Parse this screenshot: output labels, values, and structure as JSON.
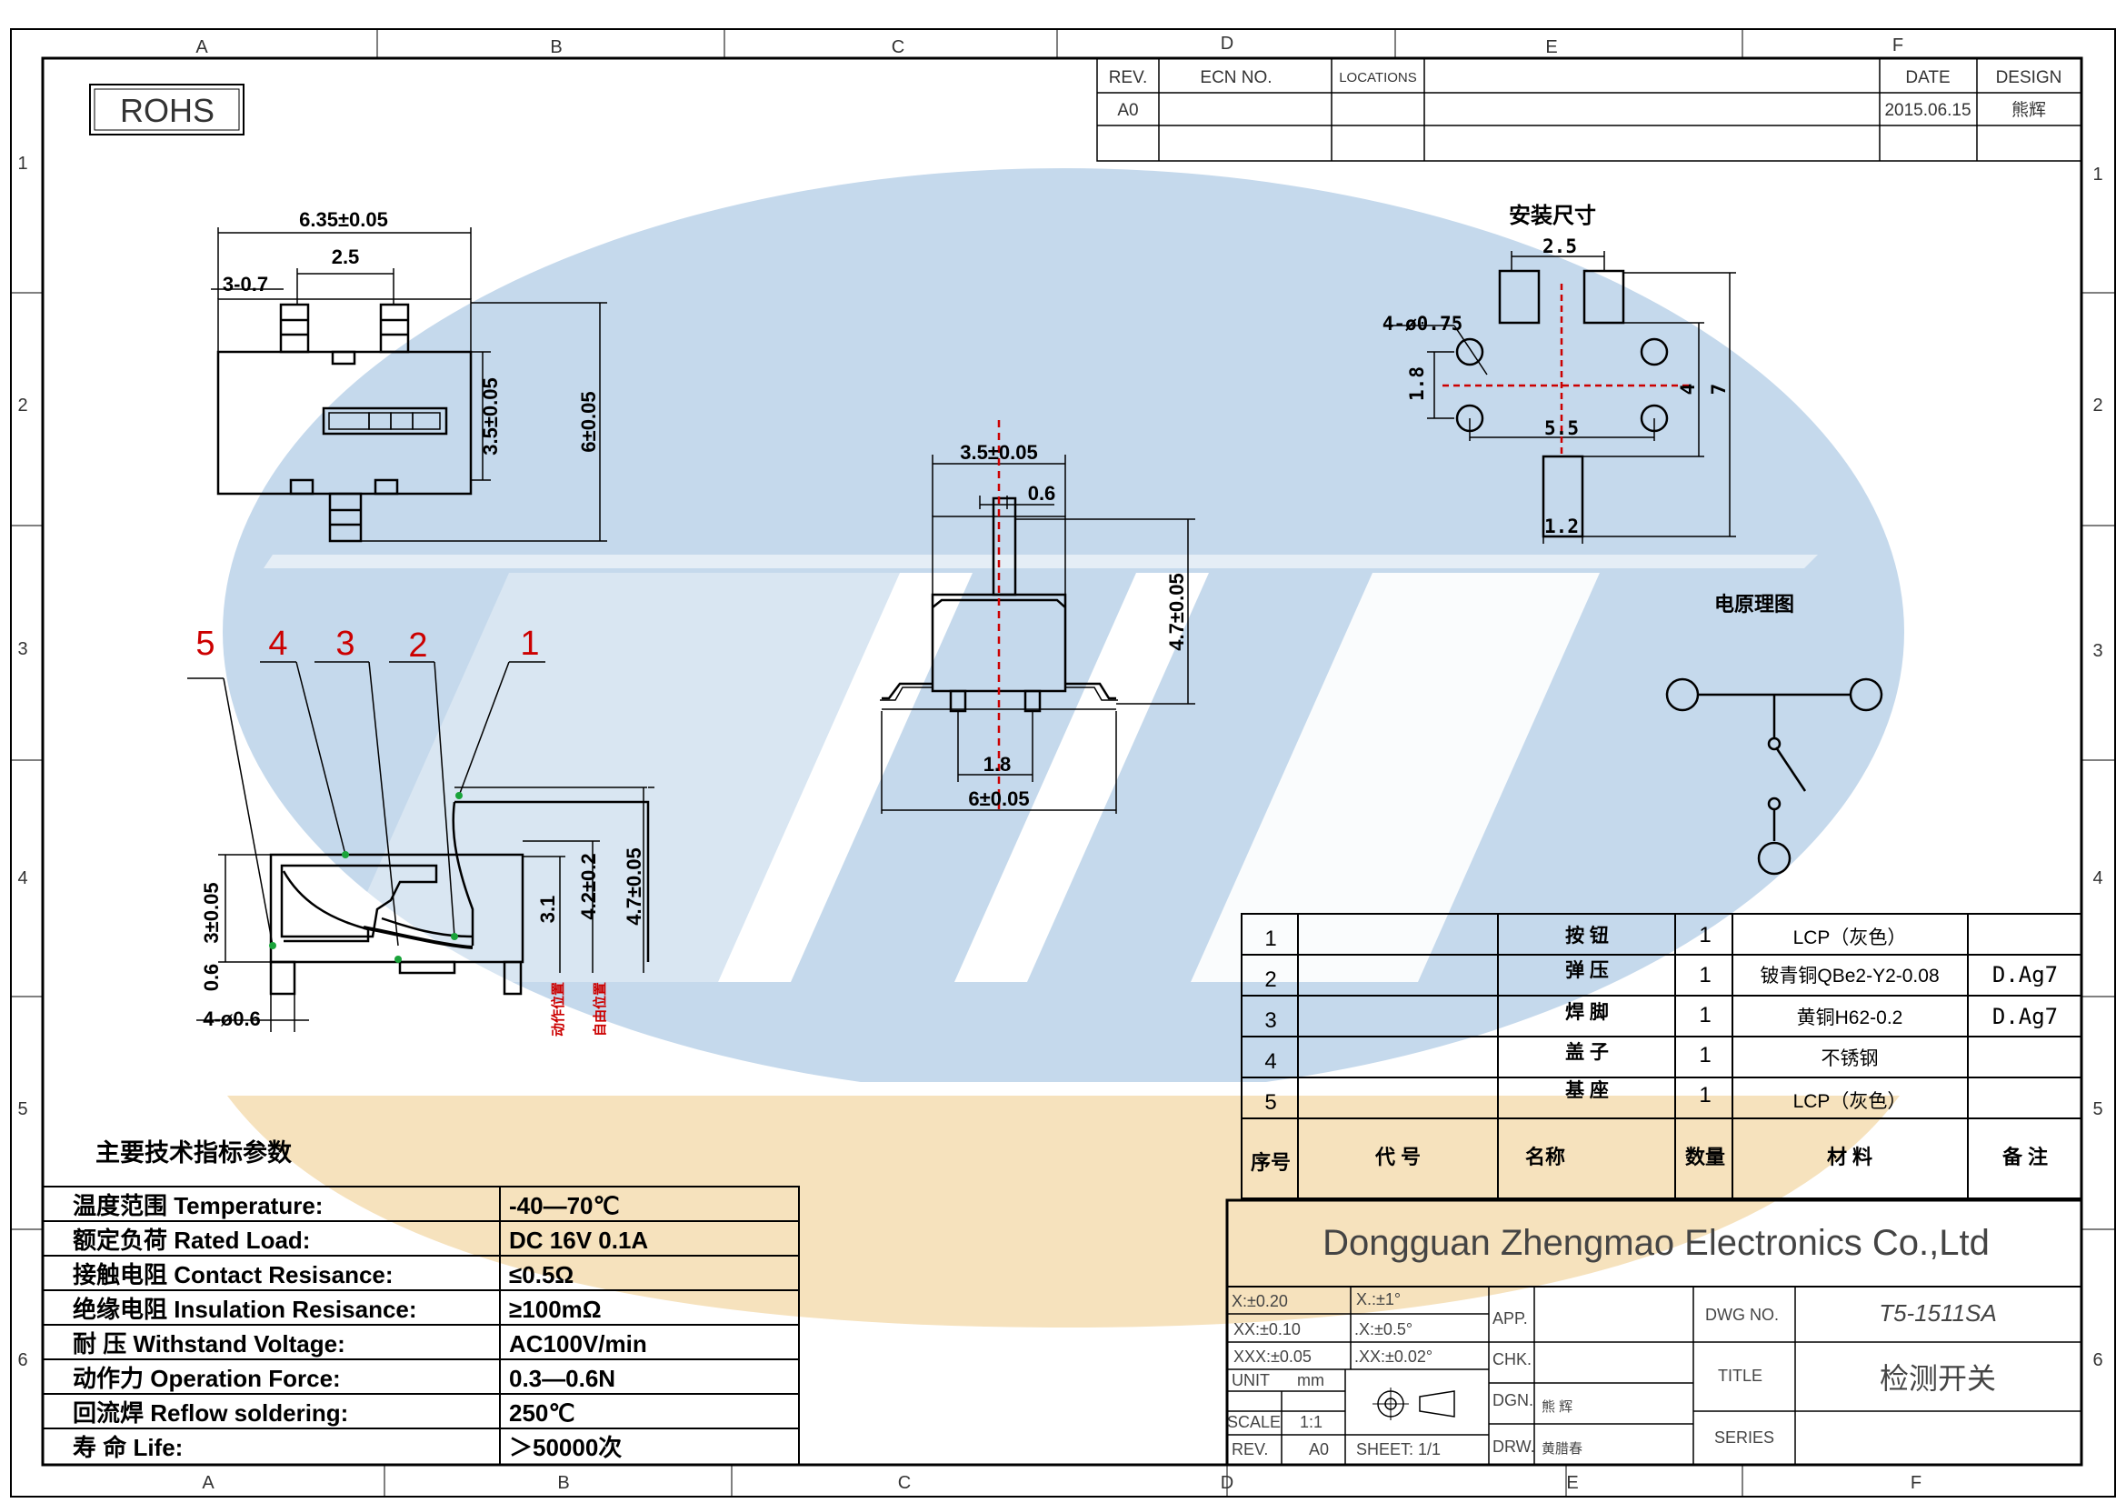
{
  "frame": {
    "cols_top": [
      "A",
      "B",
      "C",
      "D",
      "E",
      "F"
    ],
    "cols_bottom": [
      "A",
      "B",
      "C",
      "D",
      "E",
      "F"
    ],
    "rows": [
      "1",
      "2",
      "3",
      "4",
      "5",
      "6"
    ]
  },
  "rohs": "ROHS",
  "revision": {
    "headers": [
      "REV.",
      "ECN NO.",
      "LOCATIONS",
      "DATE",
      "DESIGN"
    ],
    "row": {
      "rev": "A0",
      "date": "2015.06.15",
      "design": "熊辉"
    }
  },
  "top_view": {
    "dims": [
      "6.35±0.05",
      "2.5",
      "3-0.7",
      "3.5±0.05",
      "6±0.05"
    ]
  },
  "side_view": {
    "dims": [
      "3.5±0.05",
      "0.6",
      "4.7±0.05",
      "1.8",
      "6±0.05"
    ]
  },
  "mount": {
    "title": "安装尺寸",
    "dims": [
      "2.5",
      "4-ø0.75",
      "1.8",
      "5.5",
      "4",
      "7",
      "1.2"
    ]
  },
  "schematic": {
    "title": "电原理图"
  },
  "section": {
    "callouts": [
      "5",
      "4",
      "3",
      "2",
      "1"
    ],
    "dims": [
      "0.6",
      "3±0.05",
      "3.1",
      "4.2±0.2",
      "4.7±0.05",
      "4-ø0.6"
    ],
    "state_labels": [
      "动作位置",
      "自由位置"
    ]
  },
  "bom": {
    "rows": [
      {
        "no": "1",
        "name": "按    钮",
        "qty": "1",
        "material": "LCP（灰色）",
        "remark": ""
      },
      {
        "no": "2",
        "name": "弹    压",
        "qty": "1",
        "material": "铍青铜QBe2-Y2-0.08",
        "remark": "D.Ag7"
      },
      {
        "no": "3",
        "name": "焊    脚",
        "qty": "1",
        "material": "黄铜H62-0.2",
        "remark": "D.Ag7"
      },
      {
        "no": "4",
        "name": "盖    子",
        "qty": "1",
        "material": "不锈钢",
        "remark": ""
      },
      {
        "no": "5",
        "name": "基    座",
        "qty": "1",
        "material": "LCP（灰色）",
        "remark": ""
      }
    ],
    "headers": {
      "no": "序号",
      "code": "代      号",
      "name": "名称",
      "qty": "数量",
      "material": "材      料",
      "remark": "备   注"
    }
  },
  "specs": {
    "title": "主要技术指标参数",
    "rows": [
      {
        "label": "温度范围 Temperature:",
        "value": "-40—70℃"
      },
      {
        "label": "额定负荷 Rated Load:",
        "value": "DC 16V 0.1A"
      },
      {
        "label": "接触电阻 Contact Resisance:",
        "value": "≤0.5Ω"
      },
      {
        "label": "绝缘电阻 Insulation Resisance:",
        "value": "≥100mΩ"
      },
      {
        "label": "耐  压 Withstand Voltage:",
        "value": "AC100V/min"
      },
      {
        "label": "动作力 Operation Force:",
        "value": "0.3—0.6N"
      },
      {
        "label": "回流焊 Reflow soldering:",
        "value": "250℃"
      },
      {
        "label": "寿  命 Life:",
        "value": "＞50000次"
      }
    ]
  },
  "title_block": {
    "company": "Dongguan Zhengmao Electronics Co.,Ltd",
    "tol": [
      "X:±0.20",
      "X.:±1°",
      "XX:±0.10",
      ".X:±0.5°",
      "XXX:±0.05",
      ".XX:±0.02°"
    ],
    "unit_label": "UNIT",
    "unit": "mm",
    "scale_label": "SCALE",
    "scale": "1:1",
    "rev_label": "REV.",
    "rev": "A0",
    "sheet": "SHEET: 1/1",
    "app": "APP.",
    "chk": "CHK.",
    "dgn": "DGN.",
    "drw": "DRW.",
    "dgn_name": "熊 辉",
    "drw_name": "黄腊春",
    "dwg_label": "DWG NO.",
    "dwg": "T5-1511SA",
    "title_label": "TITLE",
    "title": "检测开关",
    "series_label": "SERIES"
  },
  "colors": {
    "line": "#000000",
    "red": "#cc0000",
    "watermark_blue": "#c5d9ec",
    "watermark_orange": "#f6e2bd",
    "logo_text": "#444444"
  }
}
